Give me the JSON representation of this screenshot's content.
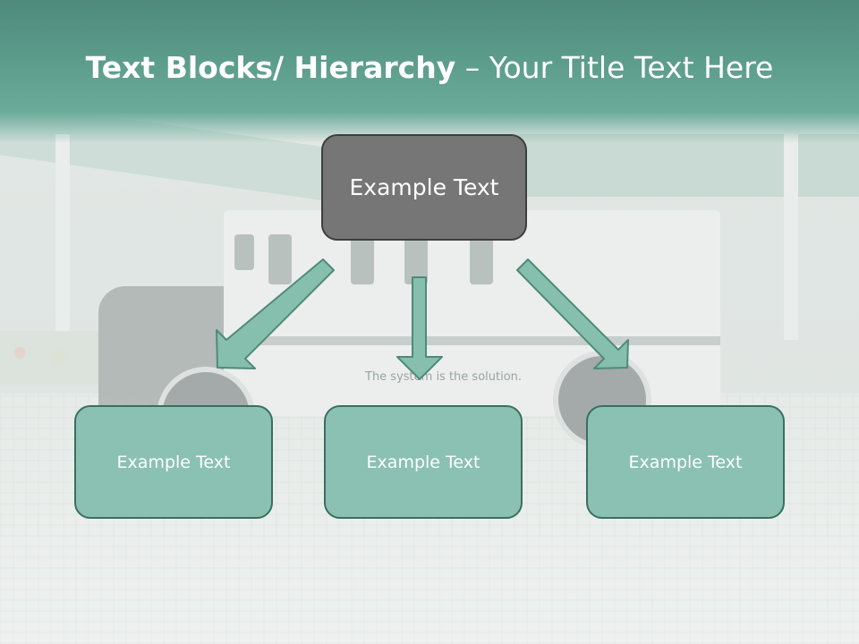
{
  "slide": {
    "title_bold": "Text Blocks/ Hierarchy",
    "title_rest": " – Your Title Text Here",
    "background_tagline": "The system is the solution.",
    "colors": {
      "title_band": "#5b9b8a",
      "top_box_fill": "#767676",
      "child_box_fill": "#8ac1b2",
      "child_box_border": "#3b6e60",
      "arrow_fill": "#86bfae"
    }
  },
  "diagram": {
    "root": {
      "label": "Example Text"
    },
    "children": [
      {
        "label": "Example Text"
      },
      {
        "label": "Example Text"
      },
      {
        "label": "Example Text"
      }
    ]
  }
}
